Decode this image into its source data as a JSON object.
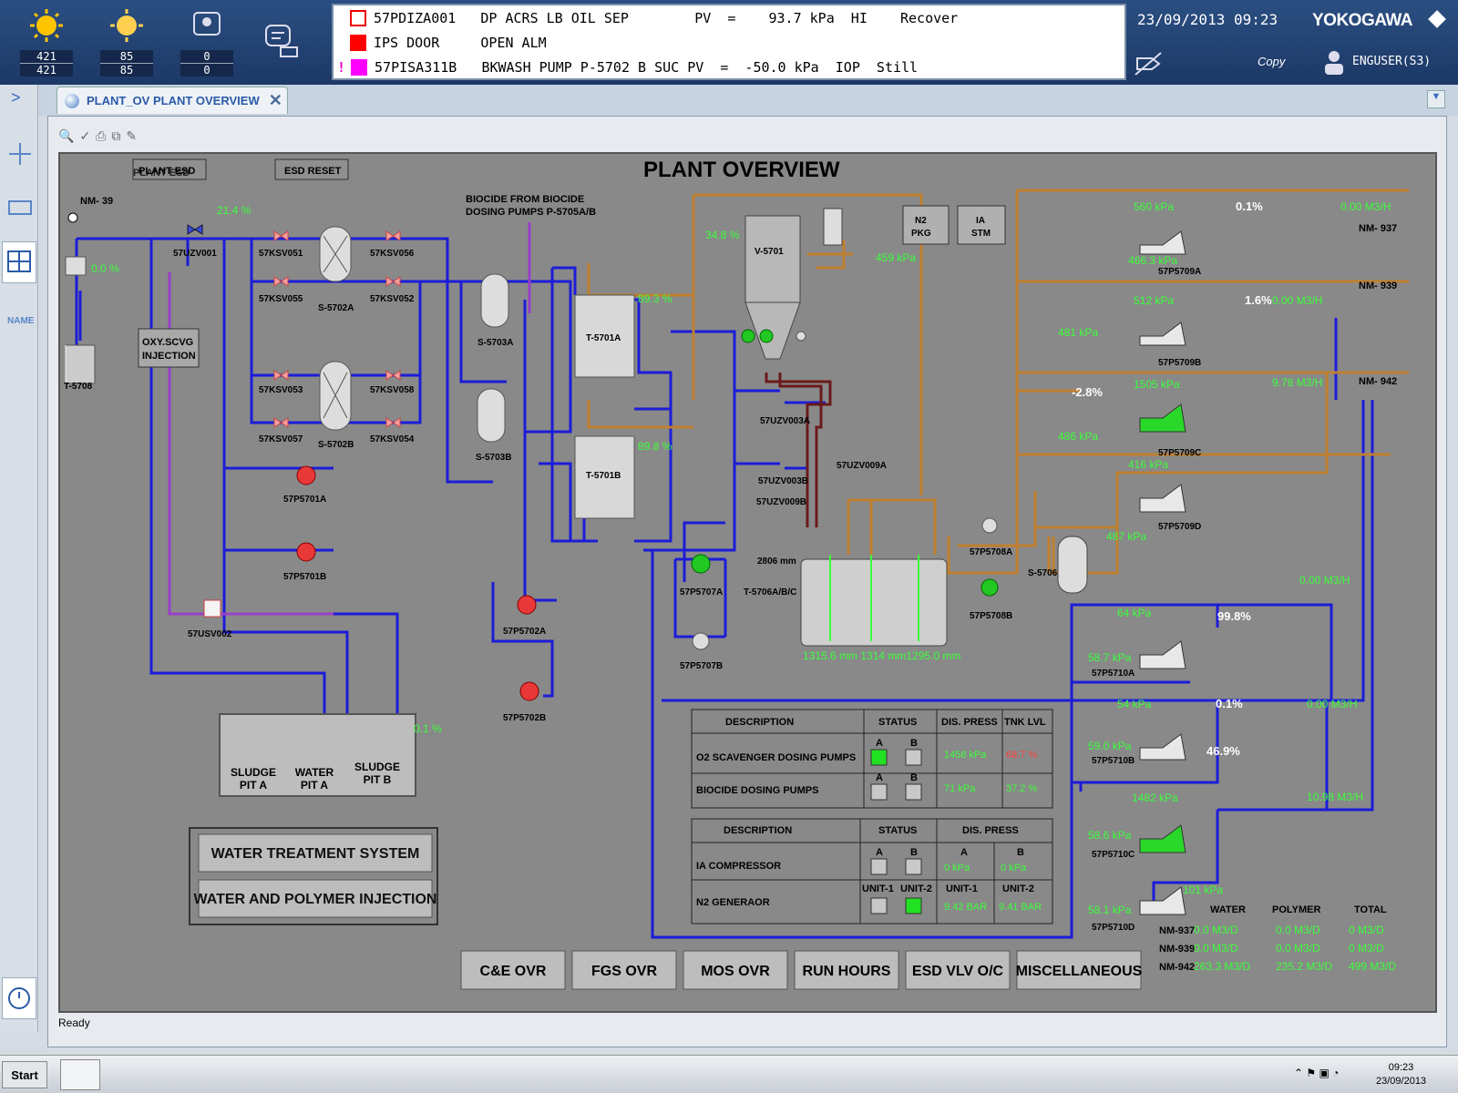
{
  "header": {
    "ann": [
      {
        "top": "421",
        "bot": "421"
      },
      {
        "top": "85",
        "bot": "85"
      },
      {
        "top": "0",
        "bot": "0"
      }
    ],
    "alarms": [
      {
        "tag": "57PDIZA001",
        "text": "DP ACRS LB OIL SEP        PV  =    93.7 kPa  HI    Recover"
      },
      {
        "tag": "IPS DOOR",
        "text": "  OPEN ALM"
      },
      {
        "tag": "57PISA311B",
        "text": "BKWASH PUMP P-5702 B SUC PV  =  -50.0 kPa  IOP  Still"
      }
    ],
    "datetime": "23/09/2013 09:23",
    "brand": "YOKOGAWA",
    "copy": "Copy",
    "user": "ENGUSER(S3)"
  },
  "tab": {
    "label": "PLANT_OV PLANT OVERVIEW"
  },
  "left": {
    "name": "NAME"
  },
  "status": "Ready",
  "taskbar": {
    "start": "Start",
    "time": "09:23",
    "date": "23/09/2013"
  },
  "overview": {
    "title": "PLANT OVERVIEW",
    "plant_esd": "PLANT ESD",
    "esd_reset": "ESD RESET",
    "nm39": "NM- 39",
    "nm937": "NM- 937",
    "nm939": "NM- 939",
    "nm942": "NM- 942",
    "biocide_note": [
      "BIOCIDE FROM BIOCIDE",
      "DOSING PUMPS P-5705A/B"
    ],
    "oxy": [
      "OXY.SCVG",
      "INJECTION"
    ],
    "tags": {
      "uzv001": "57UZV001",
      "ksv051": "57KSV051",
      "ksv056": "57KSV056",
      "ksv055": "57KSV055",
      "ksv052": "57KSV052",
      "ksv053": "57KSV053",
      "ksv058": "57KSV058",
      "ksv057": "57KSV057",
      "ksv054": "57KSV054",
      "s5702a": "S-5702A",
      "s5702b": "S-5702B",
      "s5703a": "S-5703A",
      "s5703b": "S-5703B",
      "t5701a": "T-5701A",
      "t5701b": "T-5701B",
      "t5708": "T-5708",
      "p5701a": "57P5701A",
      "p5701b": "57P5701B",
      "usv002": "57USV002",
      "p5702a": "57P5702A",
      "p5702b": "57P5702B",
      "p5707a": "57P5707A",
      "p5707b": "57P5707B",
      "v5701": "V-5701",
      "n2pkg": [
        "N2",
        "PKG"
      ],
      "iastm": [
        "IA",
        "STM"
      ],
      "uzv003a": "57UZV003A",
      "uzv003b": "57UZV003B",
      "uzv009a": "57UZV009A",
      "uzv009b": "57UZV009B",
      "t5706": "T-5706A/B/C",
      "lvl2806": "2806 mm",
      "p5708a": "57P5708A",
      "p5708b": "57P5708B",
      "s5706": "S-5706",
      "p5709a": "57P5709A",
      "p5709b": "57P5709B",
      "p5709c": "57P5709C",
      "p5709d": "57P5709D",
      "p5710a": "57P5710A",
      "p5710b": "57P5710B",
      "p5710c": "57P5710C",
      "p5710d": "57P5710D"
    },
    "pits": [
      [
        "SLUDGE",
        "PIT A"
      ],
      [
        "WATER",
        "PIT A"
      ],
      [
        "SLUDGE",
        "PIT B"
      ]
    ],
    "readings": {
      "v214": "21.4  %",
      "v00": "0.0    %",
      "v348": "34.8  %",
      "v459": "459   kPa",
      "v893": "89.3   %",
      "v898": "89.8   %",
      "v01pit": "0.1    %",
      "lvls": "1315.6 mm 1314   mm1295.0 mm",
      "p560": "560   kPa",
      "p4663": "466.3  kPa",
      "p512": "512   kPa",
      "p481": "481   kPa",
      "p1505": "1505  kPa",
      "p486": "486   kPa",
      "p416": "416   kPa",
      "p487": "487   kPa",
      "f000a": "0.00  M3/H",
      "f000b": "0.00  M3/H",
      "f978": "9.78  M3/H",
      "f000c": "0.00  M3/H",
      "f000d": "0.00  M3/H",
      "f1098": "10.98  M3/H",
      "p64": "64     kPa",
      "p587": "58.7  kPa",
      "p54": "54     kPa",
      "p590": "59.0  kPa",
      "p1482": "1482  kPa",
      "p586": "58.6  kPa",
      "p101": "101   kPa",
      "p581": "58.1  kPa",
      "pct01a": "0.1%",
      "pct16": "1.6%",
      "pctm28": "-2.8%",
      "pct998": "99.8%",
      "pct01b": "0.1%",
      "pct469": "46.9%"
    },
    "table1": {
      "h": [
        "DESCRIPTION",
        "STATUS",
        "DIS. PRESS",
        "TNK LVL"
      ],
      "ab": [
        "A",
        "B"
      ],
      "r1": [
        "O2 SCAVENGER DOSING PUMPS",
        "1458   kPa",
        "68.7   %"
      ],
      "r2": [
        "BIOCIDE DOSING PUMPS",
        "71     kPa",
        "37.2   %"
      ]
    },
    "table2": {
      "h": [
        "DESCRIPTION",
        "STATUS",
        "DIS. PRESS"
      ],
      "ab": [
        "A",
        "B"
      ],
      "r1": [
        "IA COMPRESSOR",
        "0     kPa",
        "0     kPa"
      ],
      "units": [
        "UNIT-1",
        "UNIT-2"
      ],
      "r2": [
        "N2 GENERAOR",
        "9.42   BAR",
        "9.41   BAR"
      ]
    },
    "wpt": {
      "h": [
        "WATER",
        "POLYMER",
        "TOTAL"
      ],
      "rows": [
        [
          "NM-937",
          "0.0    M3/D",
          "0.0    M3/D",
          "0      M3/D"
        ],
        [
          "NM-939",
          "0.0    M3/D",
          "0.0    M3/D",
          "0      M3/D"
        ],
        [
          "NM-942",
          "263.3  M3/D",
          "235.2  M3/D",
          "499    M3/D"
        ]
      ]
    },
    "sys_buttons": [
      "WATER TREATMENT SYSTEM",
      "WATER AND POLYMER INJECTION"
    ],
    "nav": [
      "C&E OVR",
      "FGS OVR",
      "MOS OVR",
      "RUN HOURS",
      "ESD VLV O/C",
      "MISCELLANEOUS"
    ]
  },
  "colors": {
    "water": "#1c1cd8",
    "oil": "#c07a28",
    "polymer": "#a040c0",
    "running": "#22c822",
    "stopped": "#e83838"
  }
}
